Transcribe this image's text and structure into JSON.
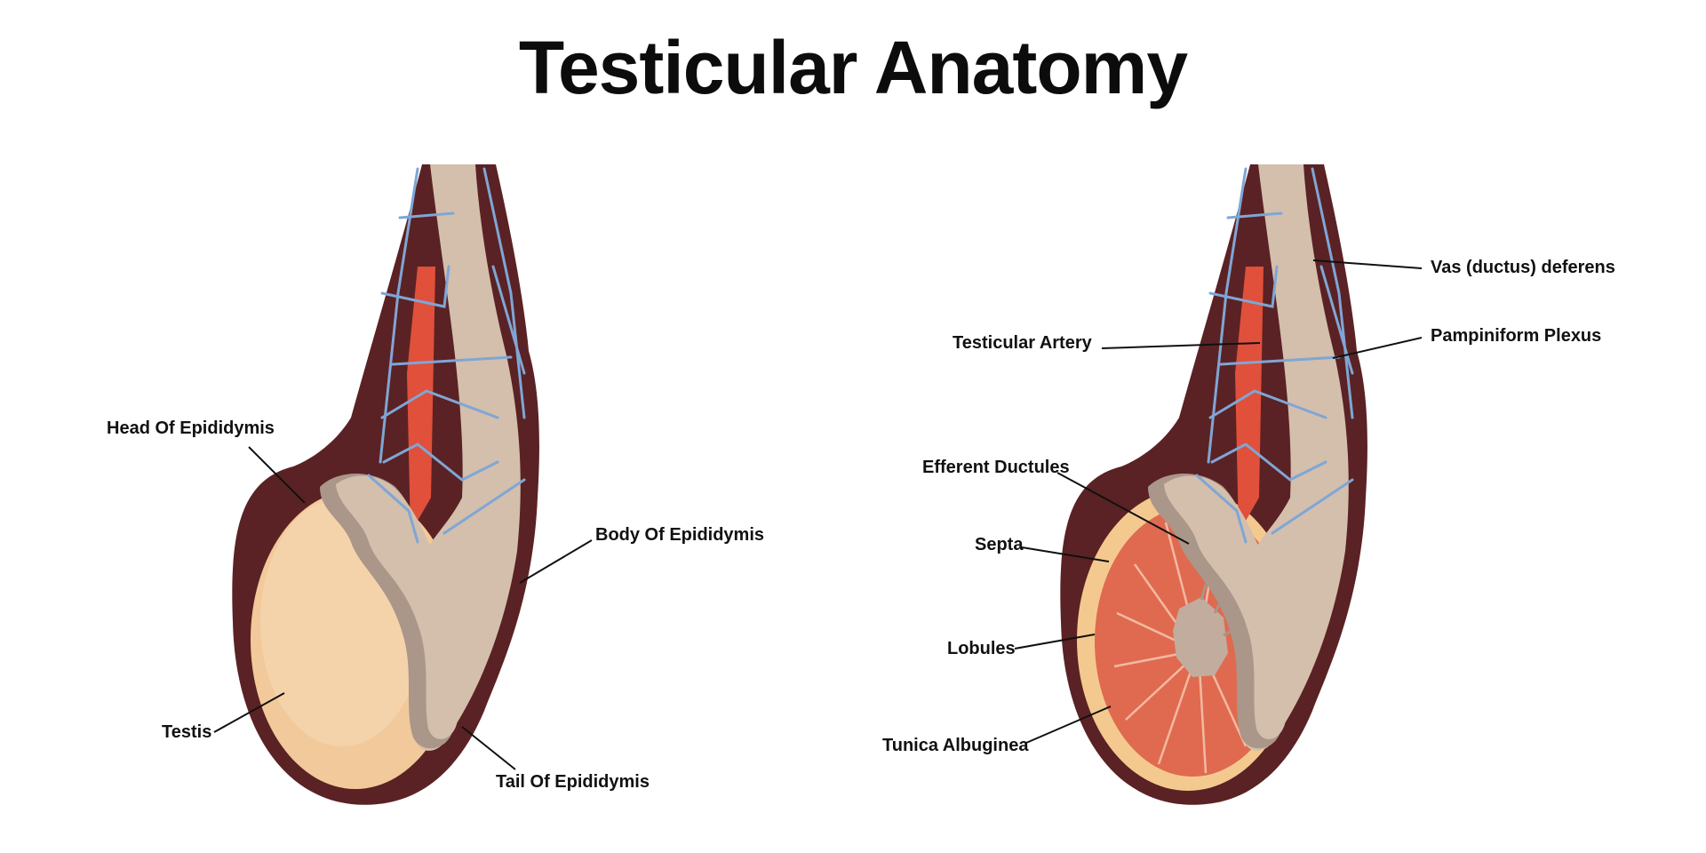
{
  "title": "Testicular Anatomy",
  "colors": {
    "outline": "#5a2224",
    "testis": "#f2c99a",
    "testis_highlight": "#f5d3aa",
    "epididymis": "#d3bfac",
    "epididymis_shadow": "#ab968a",
    "artery": "#e0503b",
    "vein": "#7fa6d6",
    "lobule": "#e06a4f",
    "tunica": "#f4c98f"
  },
  "left_diagram": {
    "labels": {
      "head_of_epididymis": "Head Of Epididymis",
      "body_of_epididymis": "Body Of Epididymis",
      "testis": "Testis",
      "tail_of_epididymis": "Tail Of Epididymis"
    }
  },
  "right_diagram": {
    "labels": {
      "vas_deferens": "Vas (ductus) deferens",
      "testicular_artery": "Testicular Artery",
      "pampiniform_plexus": "Pampiniform Plexus",
      "efferent_ductules": "Efferent Ductules",
      "septa": "Septa",
      "lobules": "Lobules",
      "tunica_albuginea": "Tunica Albuginea"
    }
  }
}
